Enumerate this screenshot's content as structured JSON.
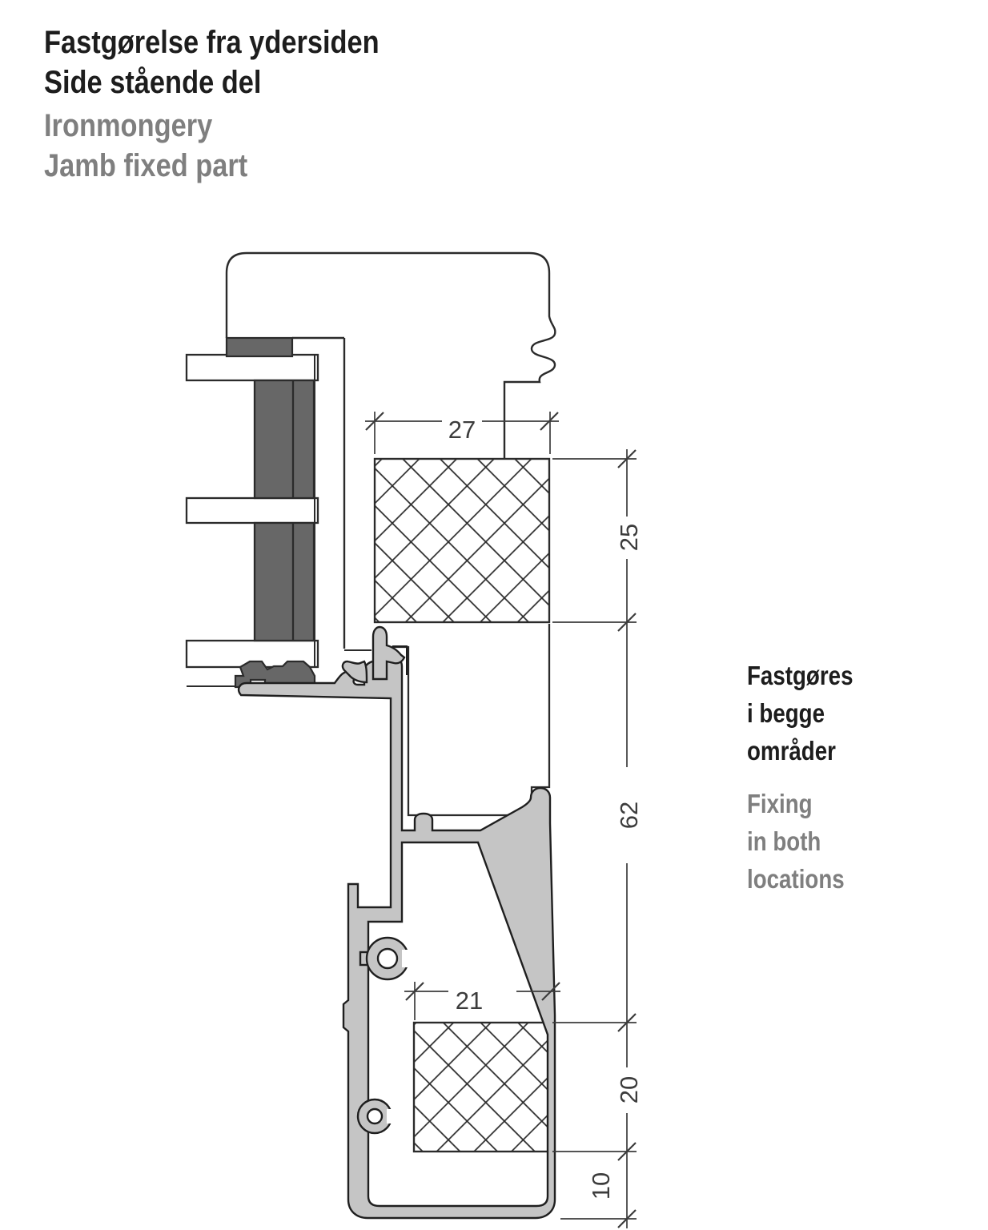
{
  "title": {
    "da": [
      "Fastgørelse fra ydersiden",
      "Side stående del"
    ],
    "en": [
      "Ironmongery",
      "Jamb fixed part"
    ]
  },
  "note": {
    "da": [
      "Fastgøres",
      "i begge",
      "områder"
    ],
    "en": [
      "Fixing",
      "in both",
      "locations"
    ]
  },
  "dimensions": {
    "top_width": "27",
    "top_height": "25",
    "middle_height": "62",
    "bottom_width": "21",
    "bottom_height": "20",
    "bottom_offset": "10"
  },
  "colors": {
    "text_primary": "#1d1d1d",
    "text_secondary": "#7f7f7f",
    "aluminum_fill": "#c5c5c5",
    "gasket_fill": "#676767",
    "line": "#2b2b2b",
    "dim_line": "#3c3c3c"
  }
}
